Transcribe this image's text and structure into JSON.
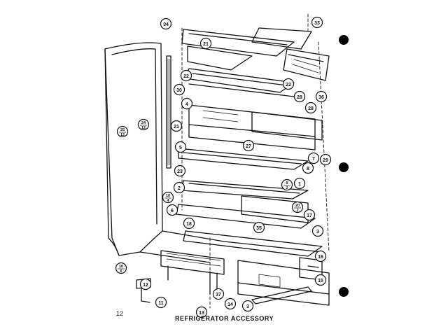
{
  "document": {
    "page_number": "12",
    "caption": "REFRIGERATOR  ACCESSORY"
  },
  "callouts": [
    {
      "label": "33"
    },
    {
      "label": "34"
    },
    {
      "label": "21"
    },
    {
      "label": "22"
    },
    {
      "label": "22"
    },
    {
      "label": "30"
    },
    {
      "label": "28"
    },
    {
      "label": "36"
    },
    {
      "label": "28"
    },
    {
      "label": "4"
    },
    {
      "label": "21"
    },
    {
      "label": "24\n12"
    },
    {
      "label": "25\n12"
    },
    {
      "label": "5"
    },
    {
      "label": "27"
    },
    {
      "label": "7"
    },
    {
      "label": "29"
    },
    {
      "label": "8"
    },
    {
      "label": "23"
    },
    {
      "label": "2"
    },
    {
      "label": "9\n2"
    },
    {
      "label": "1"
    },
    {
      "label": "10\n4"
    },
    {
      "label": "20\n2"
    },
    {
      "label": "6"
    },
    {
      "label": "17"
    },
    {
      "label": "18"
    },
    {
      "label": "35"
    },
    {
      "label": "3"
    },
    {
      "label": "16"
    },
    {
      "label": "10\n6"
    },
    {
      "label": "12"
    },
    {
      "label": "37"
    },
    {
      "label": "15"
    },
    {
      "label": "11"
    },
    {
      "label": "13"
    },
    {
      "label": "14"
    },
    {
      "label": "3"
    }
  ]
}
